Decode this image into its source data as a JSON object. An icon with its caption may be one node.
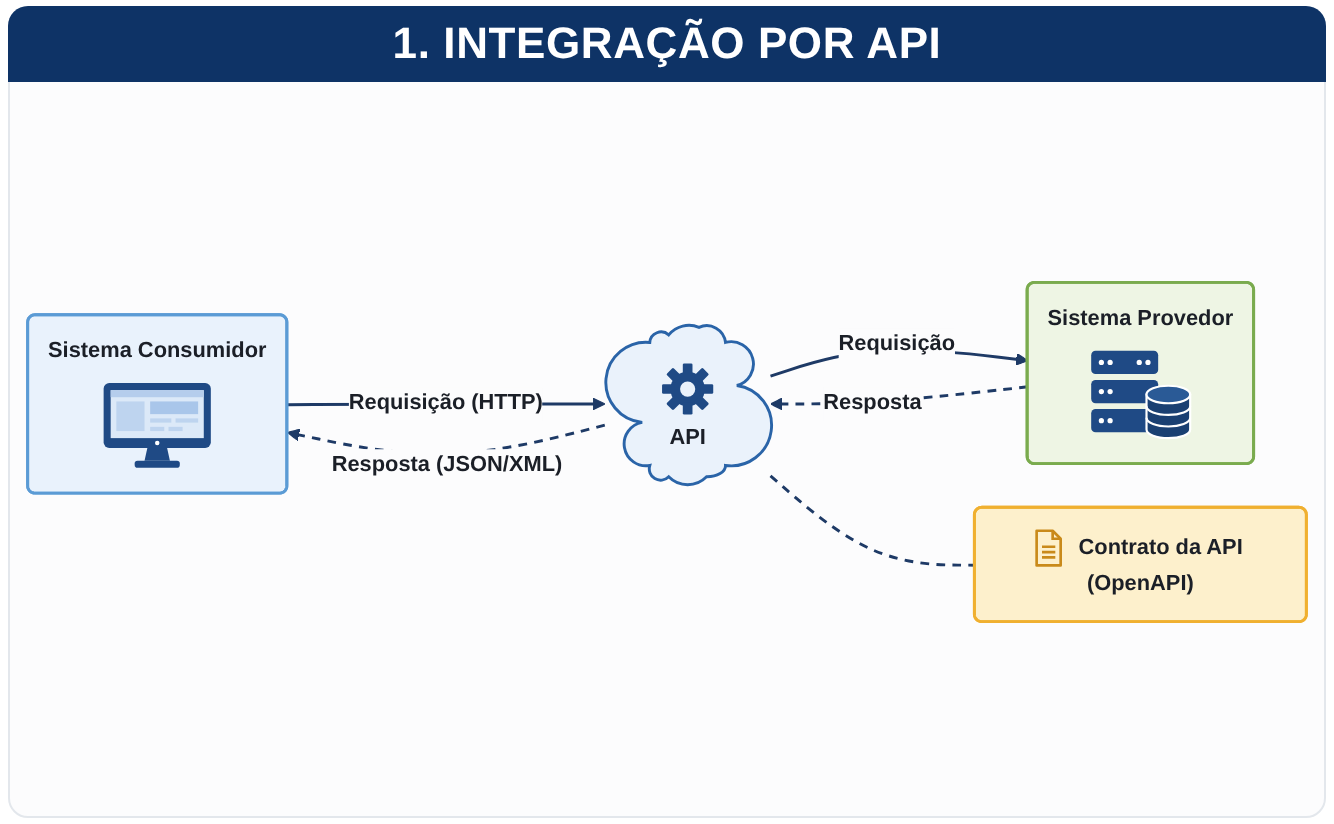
{
  "diagram": {
    "title": "1. INTEGRAÇÃO POR API",
    "nodes": [
      {
        "text": [
          "Sistema Consumidor"
        ]
      },
      {
        "text": [
          "API"
        ]
      },
      {
        "text": [
          "Sistema Provedor"
        ]
      },
      {
        "text": [
          "Contrato da API (OpenAPI)"
        ]
      }
    ],
    "edges": [
      {
        "from": 0,
        "to": 1,
        "arrow": "to",
        "label": "Requisição (HTTP)"
      },
      {
        "from": 1,
        "to": 0,
        "arrow": "to",
        "label": "Resposta (JSON/XML)",
        "style": "dashed"
      },
      {
        "from": 1,
        "to": 2,
        "arrow": "to",
        "label": "Requisição"
      },
      {
        "from": 2,
        "to": 1,
        "arrow": "to",
        "label": "Resposta",
        "style": "dashed"
      },
      {
        "from": 1,
        "to": 3,
        "arrow": "none",
        "style": "dashed"
      }
    ]
  }
}
